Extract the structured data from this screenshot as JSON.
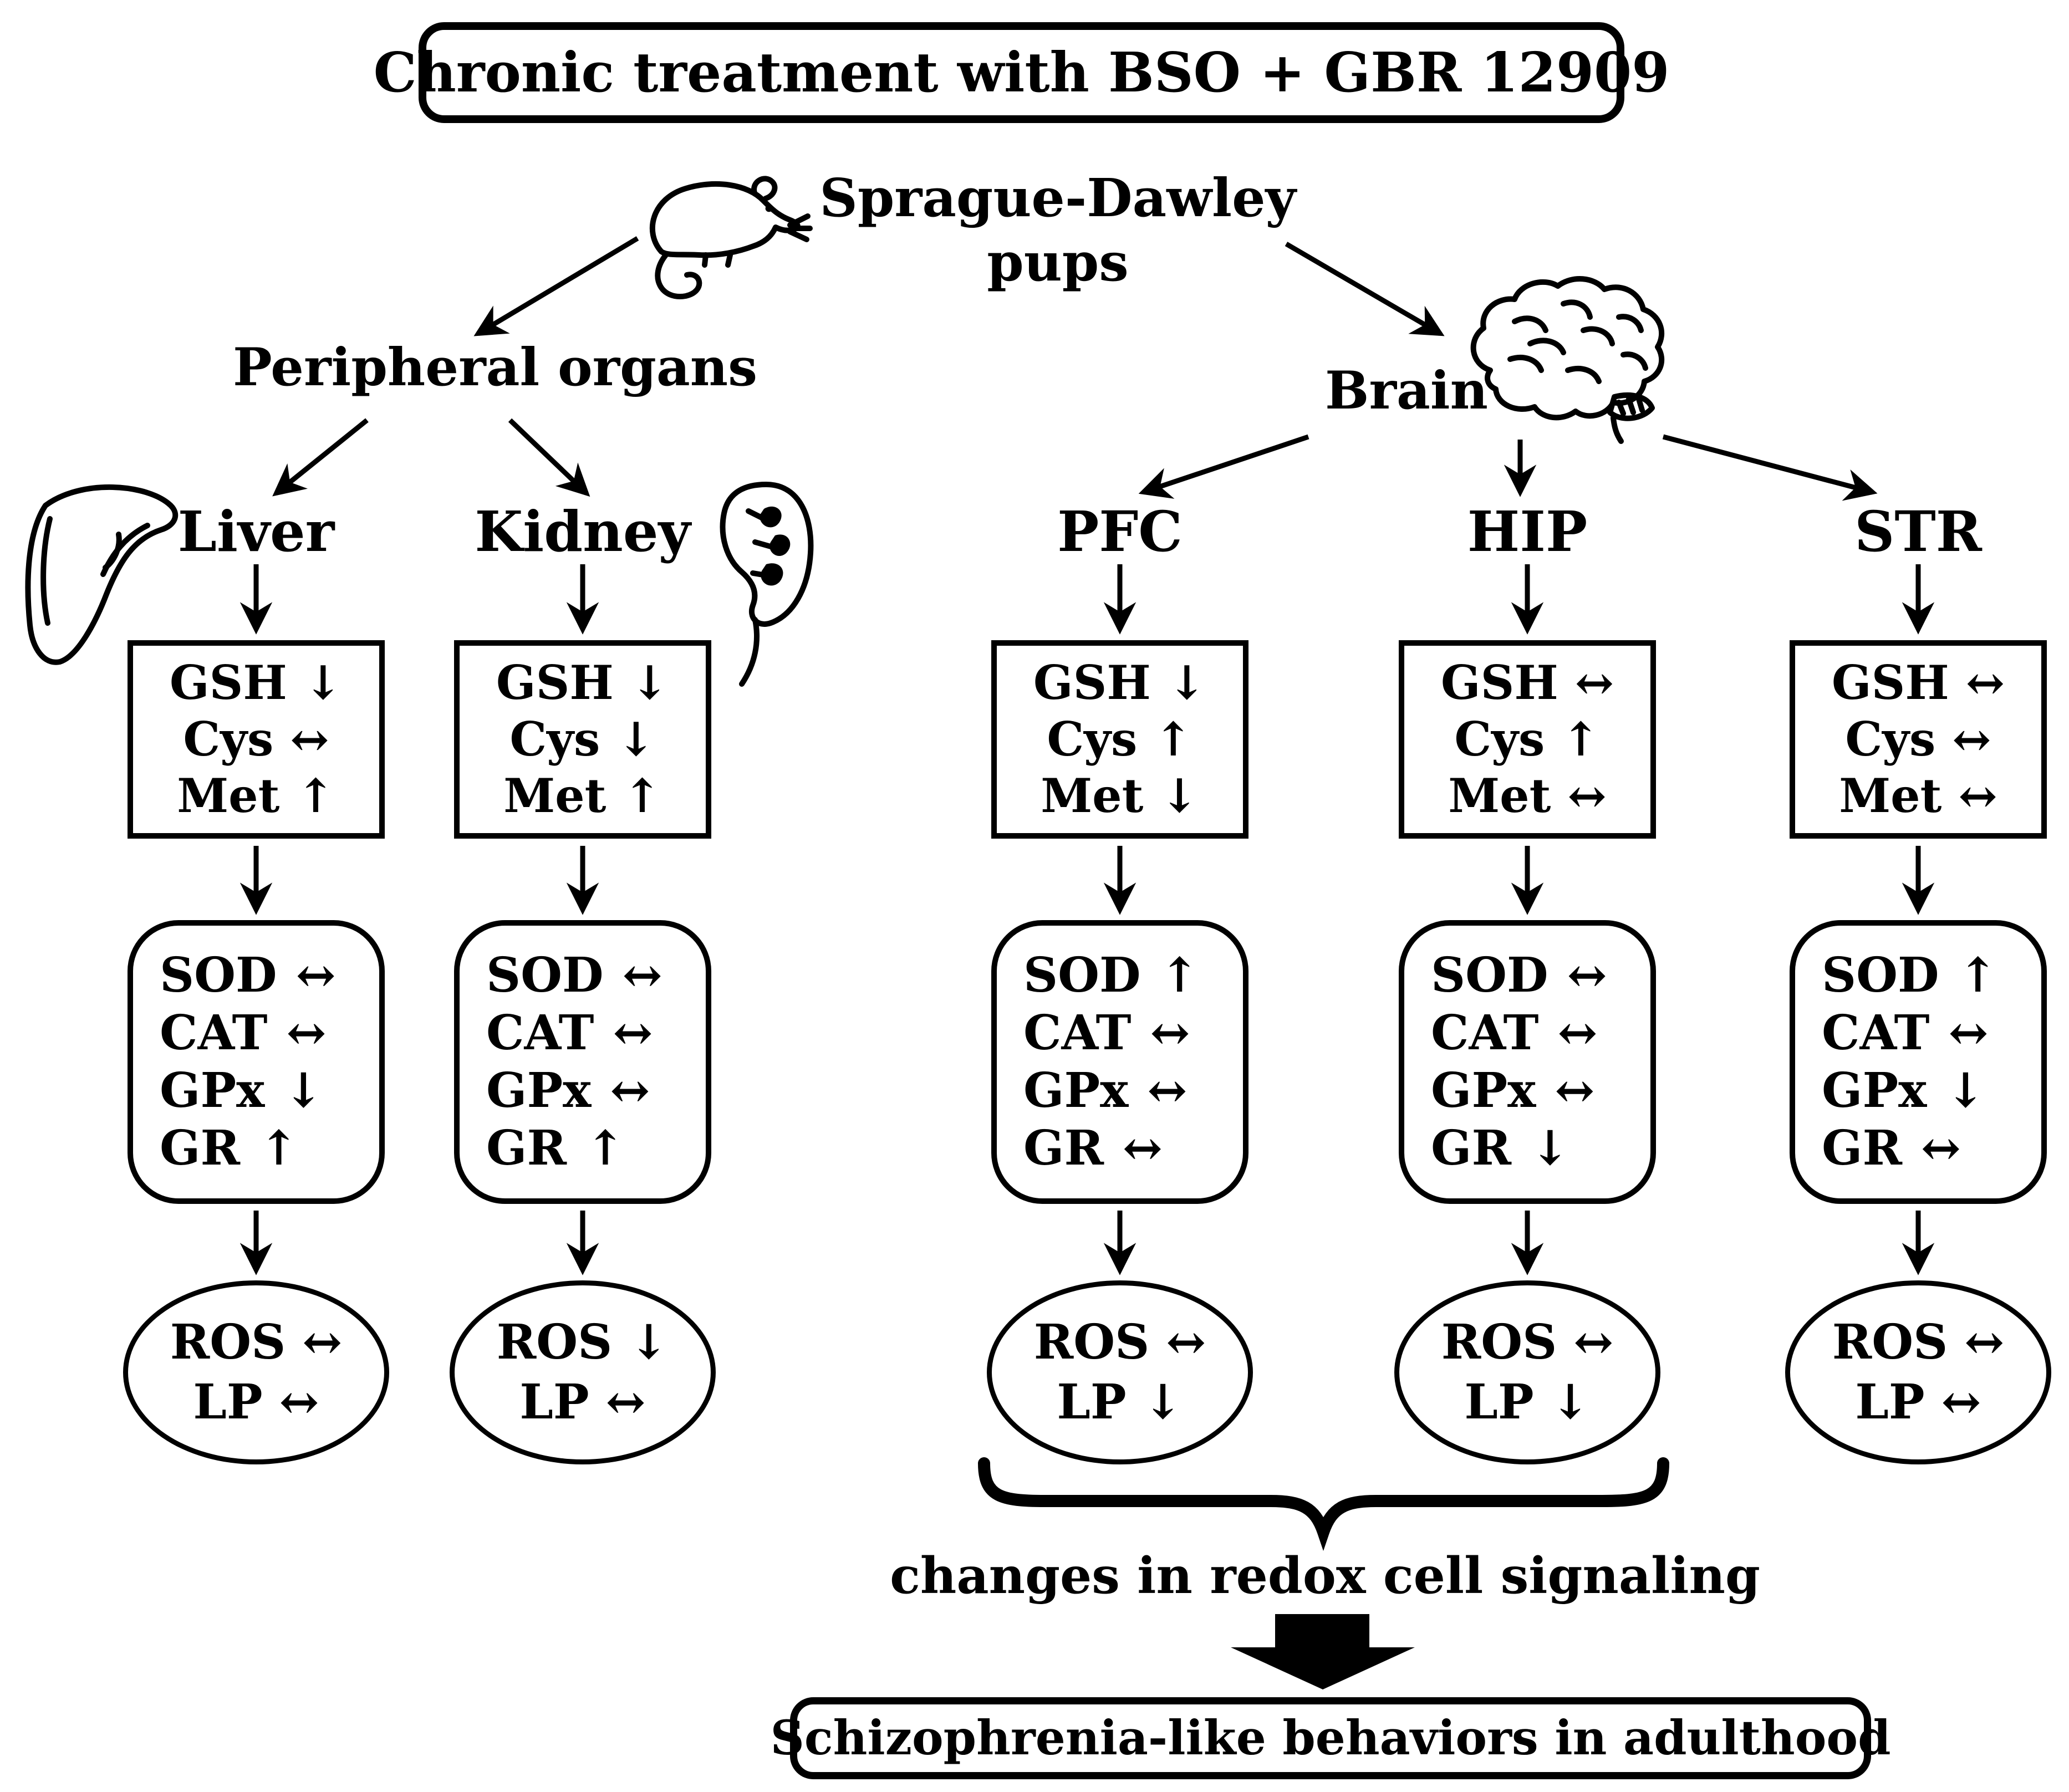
{
  "title": "Chronic treatment with BSO + GBR 12909",
  "subject": {
    "line1": "Sprague-Dawley",
    "line2": "pups"
  },
  "branches": {
    "peripheral_label": "Peripheral organs",
    "brain_label": "Brain"
  },
  "columns": [
    {
      "organ": "Liver",
      "metabolites": [
        {
          "name": "GSH",
          "change": "↓"
        },
        {
          "name": "Cys",
          "change": "↔"
        },
        {
          "name": "Met",
          "change": "↑"
        }
      ],
      "enzymes": [
        {
          "name": "SOD",
          "change": "↔"
        },
        {
          "name": "CAT",
          "change": "↔"
        },
        {
          "name": "GPx",
          "change": "↓"
        },
        {
          "name": "GR",
          "change": "↑"
        }
      ],
      "outcomes": [
        {
          "name": "ROS",
          "change": "↔"
        },
        {
          "name": "LP",
          "change": "↔"
        }
      ]
    },
    {
      "organ": "Kidney",
      "metabolites": [
        {
          "name": "GSH",
          "change": "↓"
        },
        {
          "name": "Cys",
          "change": "↓"
        },
        {
          "name": "Met",
          "change": "↑"
        }
      ],
      "enzymes": [
        {
          "name": "SOD",
          "change": "↔"
        },
        {
          "name": "CAT",
          "change": "↔"
        },
        {
          "name": "GPx",
          "change": "↔"
        },
        {
          "name": "GR",
          "change": "↑"
        }
      ],
      "outcomes": [
        {
          "name": "ROS",
          "change": "↓"
        },
        {
          "name": "LP",
          "change": "↔"
        }
      ]
    },
    {
      "organ": "PFC",
      "metabolites": [
        {
          "name": "GSH",
          "change": "↓"
        },
        {
          "name": "Cys",
          "change": "↑"
        },
        {
          "name": "Met",
          "change": "↓"
        }
      ],
      "enzymes": [
        {
          "name": "SOD",
          "change": "↑"
        },
        {
          "name": "CAT",
          "change": "↔"
        },
        {
          "name": "GPx",
          "change": "↔"
        },
        {
          "name": "GR",
          "change": "↔"
        }
      ],
      "outcomes": [
        {
          "name": "ROS",
          "change": "↔"
        },
        {
          "name": "LP",
          "change": "↓"
        }
      ]
    },
    {
      "organ": "HIP",
      "metabolites": [
        {
          "name": "GSH",
          "change": "↔"
        },
        {
          "name": "Cys",
          "change": "↑"
        },
        {
          "name": "Met",
          "change": "↔"
        }
      ],
      "enzymes": [
        {
          "name": "SOD",
          "change": "↔"
        },
        {
          "name": "CAT",
          "change": "↔"
        },
        {
          "name": "GPx",
          "change": "↔"
        },
        {
          "name": "GR",
          "change": "↓"
        }
      ],
      "outcomes": [
        {
          "name": "ROS",
          "change": "↔"
        },
        {
          "name": "LP",
          "change": "↓"
        }
      ]
    },
    {
      "organ": "STR",
      "metabolites": [
        {
          "name": "GSH",
          "change": "↔"
        },
        {
          "name": "Cys",
          "change": "↔"
        },
        {
          "name": "Met",
          "change": "↔"
        }
      ],
      "enzymes": [
        {
          "name": "SOD",
          "change": "↑"
        },
        {
          "name": "CAT",
          "change": "↔"
        },
        {
          "name": "GPx",
          "change": "↓"
        },
        {
          "name": "GR",
          "change": "↔"
        }
      ],
      "outcomes": [
        {
          "name": "ROS",
          "change": "↔"
        },
        {
          "name": "LP",
          "change": "↔"
        }
      ]
    }
  ],
  "footer": {
    "brace_caption": "changes in redox cell signaling",
    "conclusion": "Schizophrenia-like behaviors in adulthood"
  },
  "colors": {
    "ink": "#000000",
    "paper": "#ffffff"
  }
}
